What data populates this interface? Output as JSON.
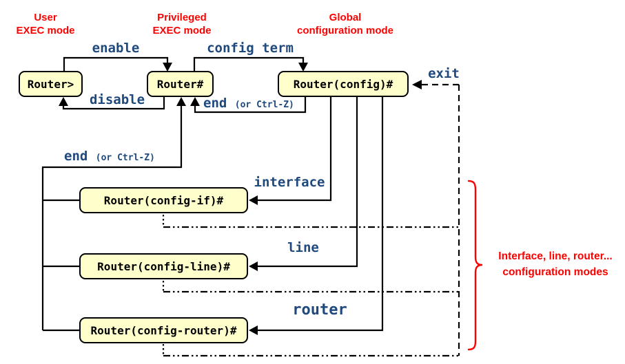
{
  "colors": {
    "box_fill": "#FFFFCC",
    "line_black": "#000000",
    "command_blue": "#1F497D",
    "label_red": "#FF0000"
  },
  "mode_labels": {
    "user": {
      "line1": "User",
      "line2": "EXEC mode"
    },
    "privileged": {
      "line1": "Privileged",
      "line2": "EXEC mode"
    },
    "global": {
      "line1": "Global",
      "line2": "configuration mode"
    }
  },
  "prompts": {
    "user_exec": "Router>",
    "privileged_exec": "Router#",
    "global_config": "Router(config)#",
    "interface_config": "Router(config-if)#",
    "line_config": "Router(config-line)#",
    "router_config": "Router(config-router)#"
  },
  "commands": {
    "enable": "enable",
    "disable": "disable",
    "config_term": "config term",
    "end": "end",
    "end_alt": "(or Ctrl-Z)",
    "exit": "exit",
    "interface": "interface",
    "line": "line",
    "router": "router"
  },
  "brace_label": {
    "line1": "Interface, line, router...",
    "line2": "configuration modes"
  }
}
